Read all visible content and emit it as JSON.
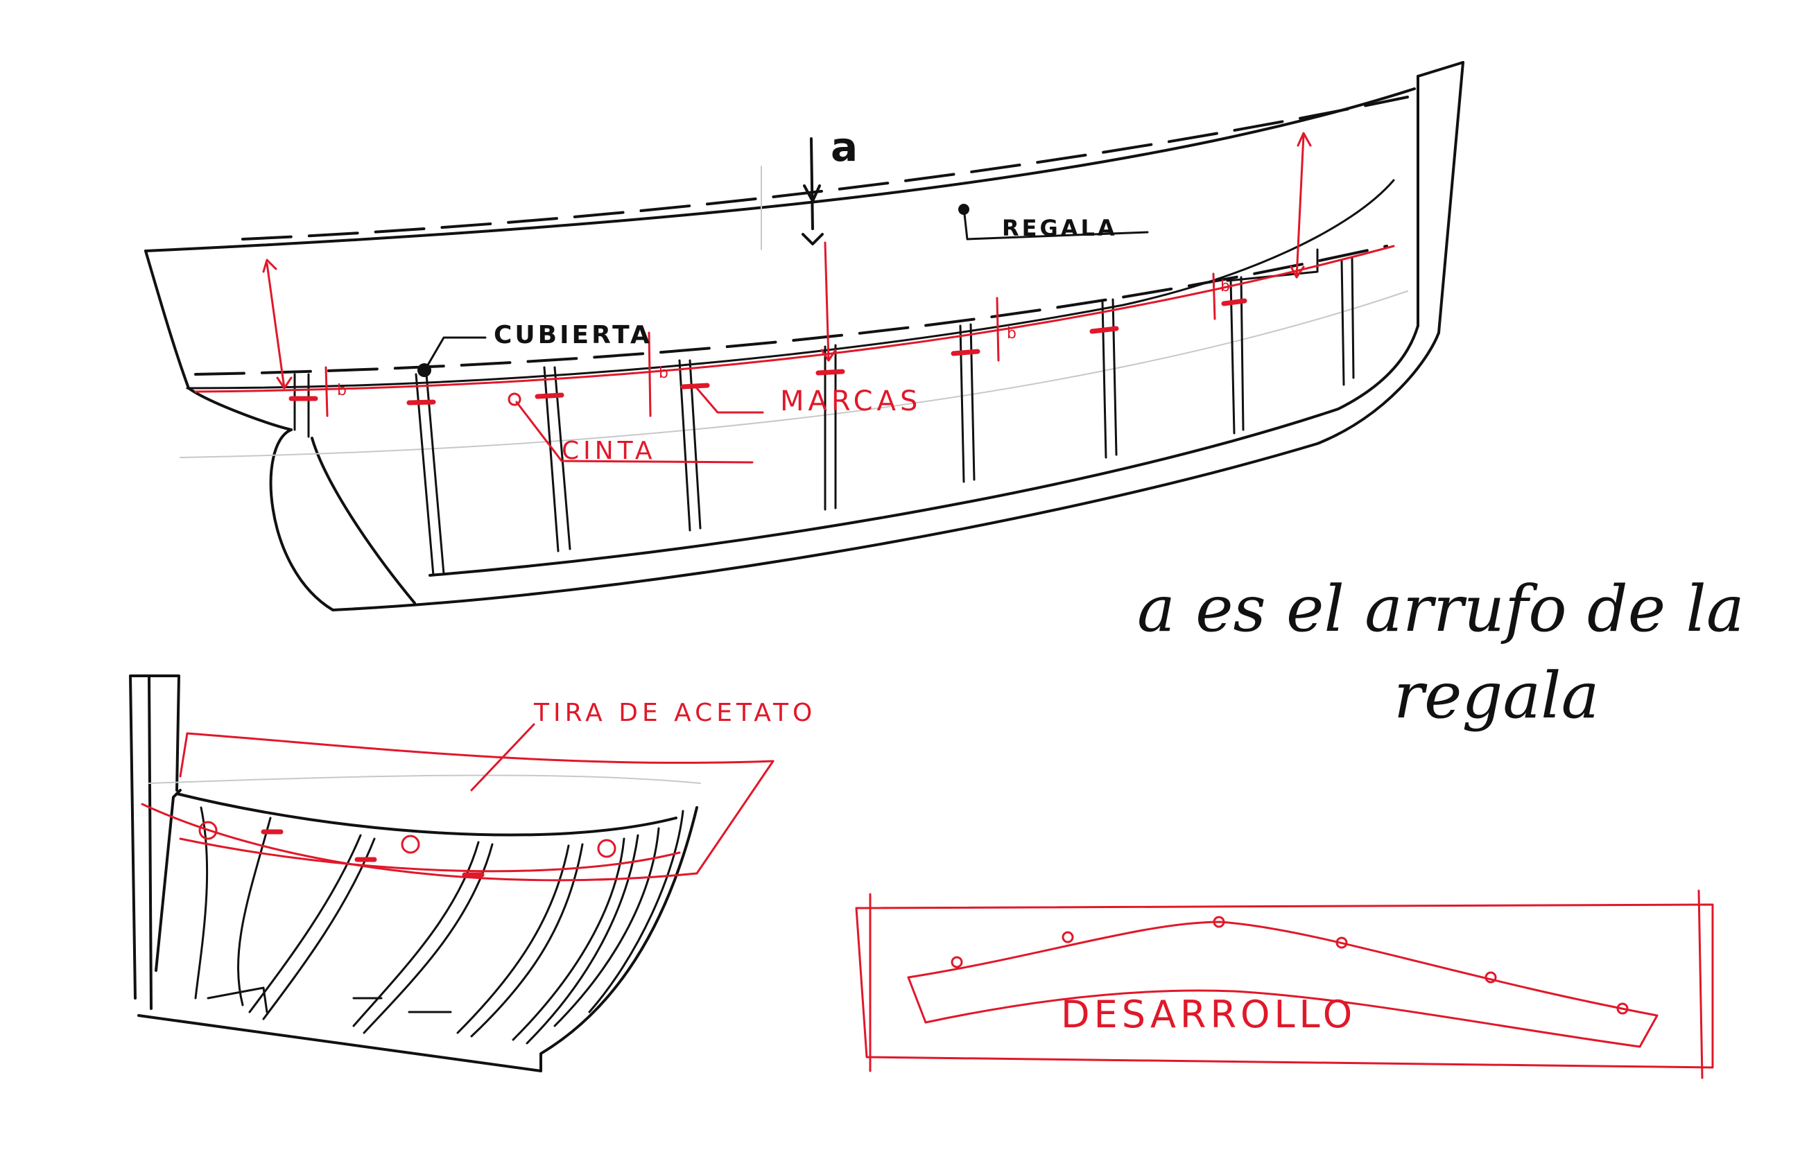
{
  "labels": {
    "a": "a",
    "regala": "REGALA",
    "cubierta": "CUBIERTA",
    "marcas": "MARCAS",
    "cinta": "CINTA",
    "b_marks": [
      "b",
      "b",
      "b",
      "b"
    ],
    "tira_de_acetato": "TIRA DE ACETATO",
    "desarrollo": "DESARROLLO"
  },
  "note": {
    "line1": "a es el arrufo de la",
    "line2": "regala"
  },
  "colors": {
    "ink": "#111111",
    "red_pen": "#e0182a",
    "pencil": "#c8c8c8"
  }
}
